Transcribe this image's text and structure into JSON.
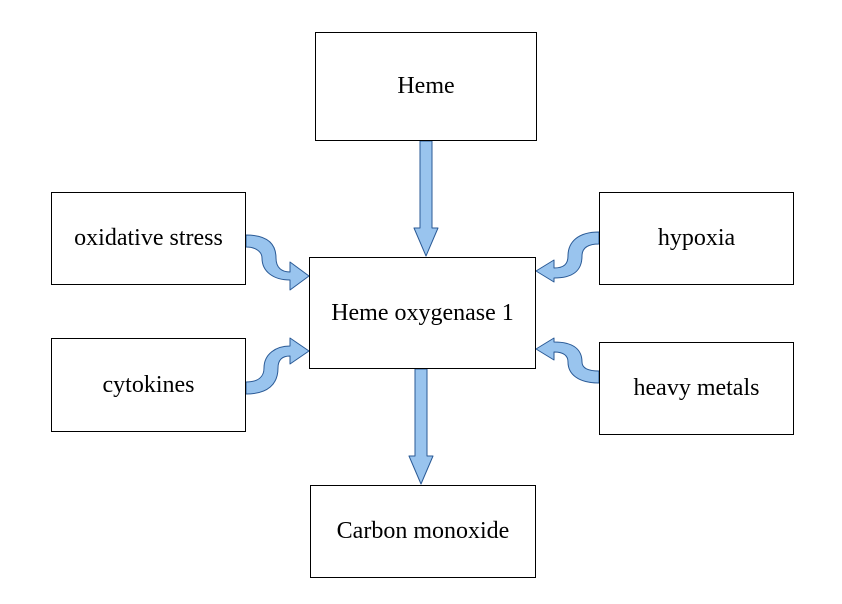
{
  "diagram": {
    "nodes": {
      "heme": "Heme",
      "oxidative_stress": "oxidative stress",
      "hypoxia": "hypoxia",
      "heme_oxygenase": "Heme oxygenase 1",
      "cytokines": "cytokines",
      "heavy_metals": "heavy metals",
      "carbon_monoxide": "Carbon monoxide"
    },
    "colors": {
      "arrow_fill": "#99c4ee",
      "arrow_stroke": "#2a5a96",
      "box_border": "#000000"
    }
  }
}
